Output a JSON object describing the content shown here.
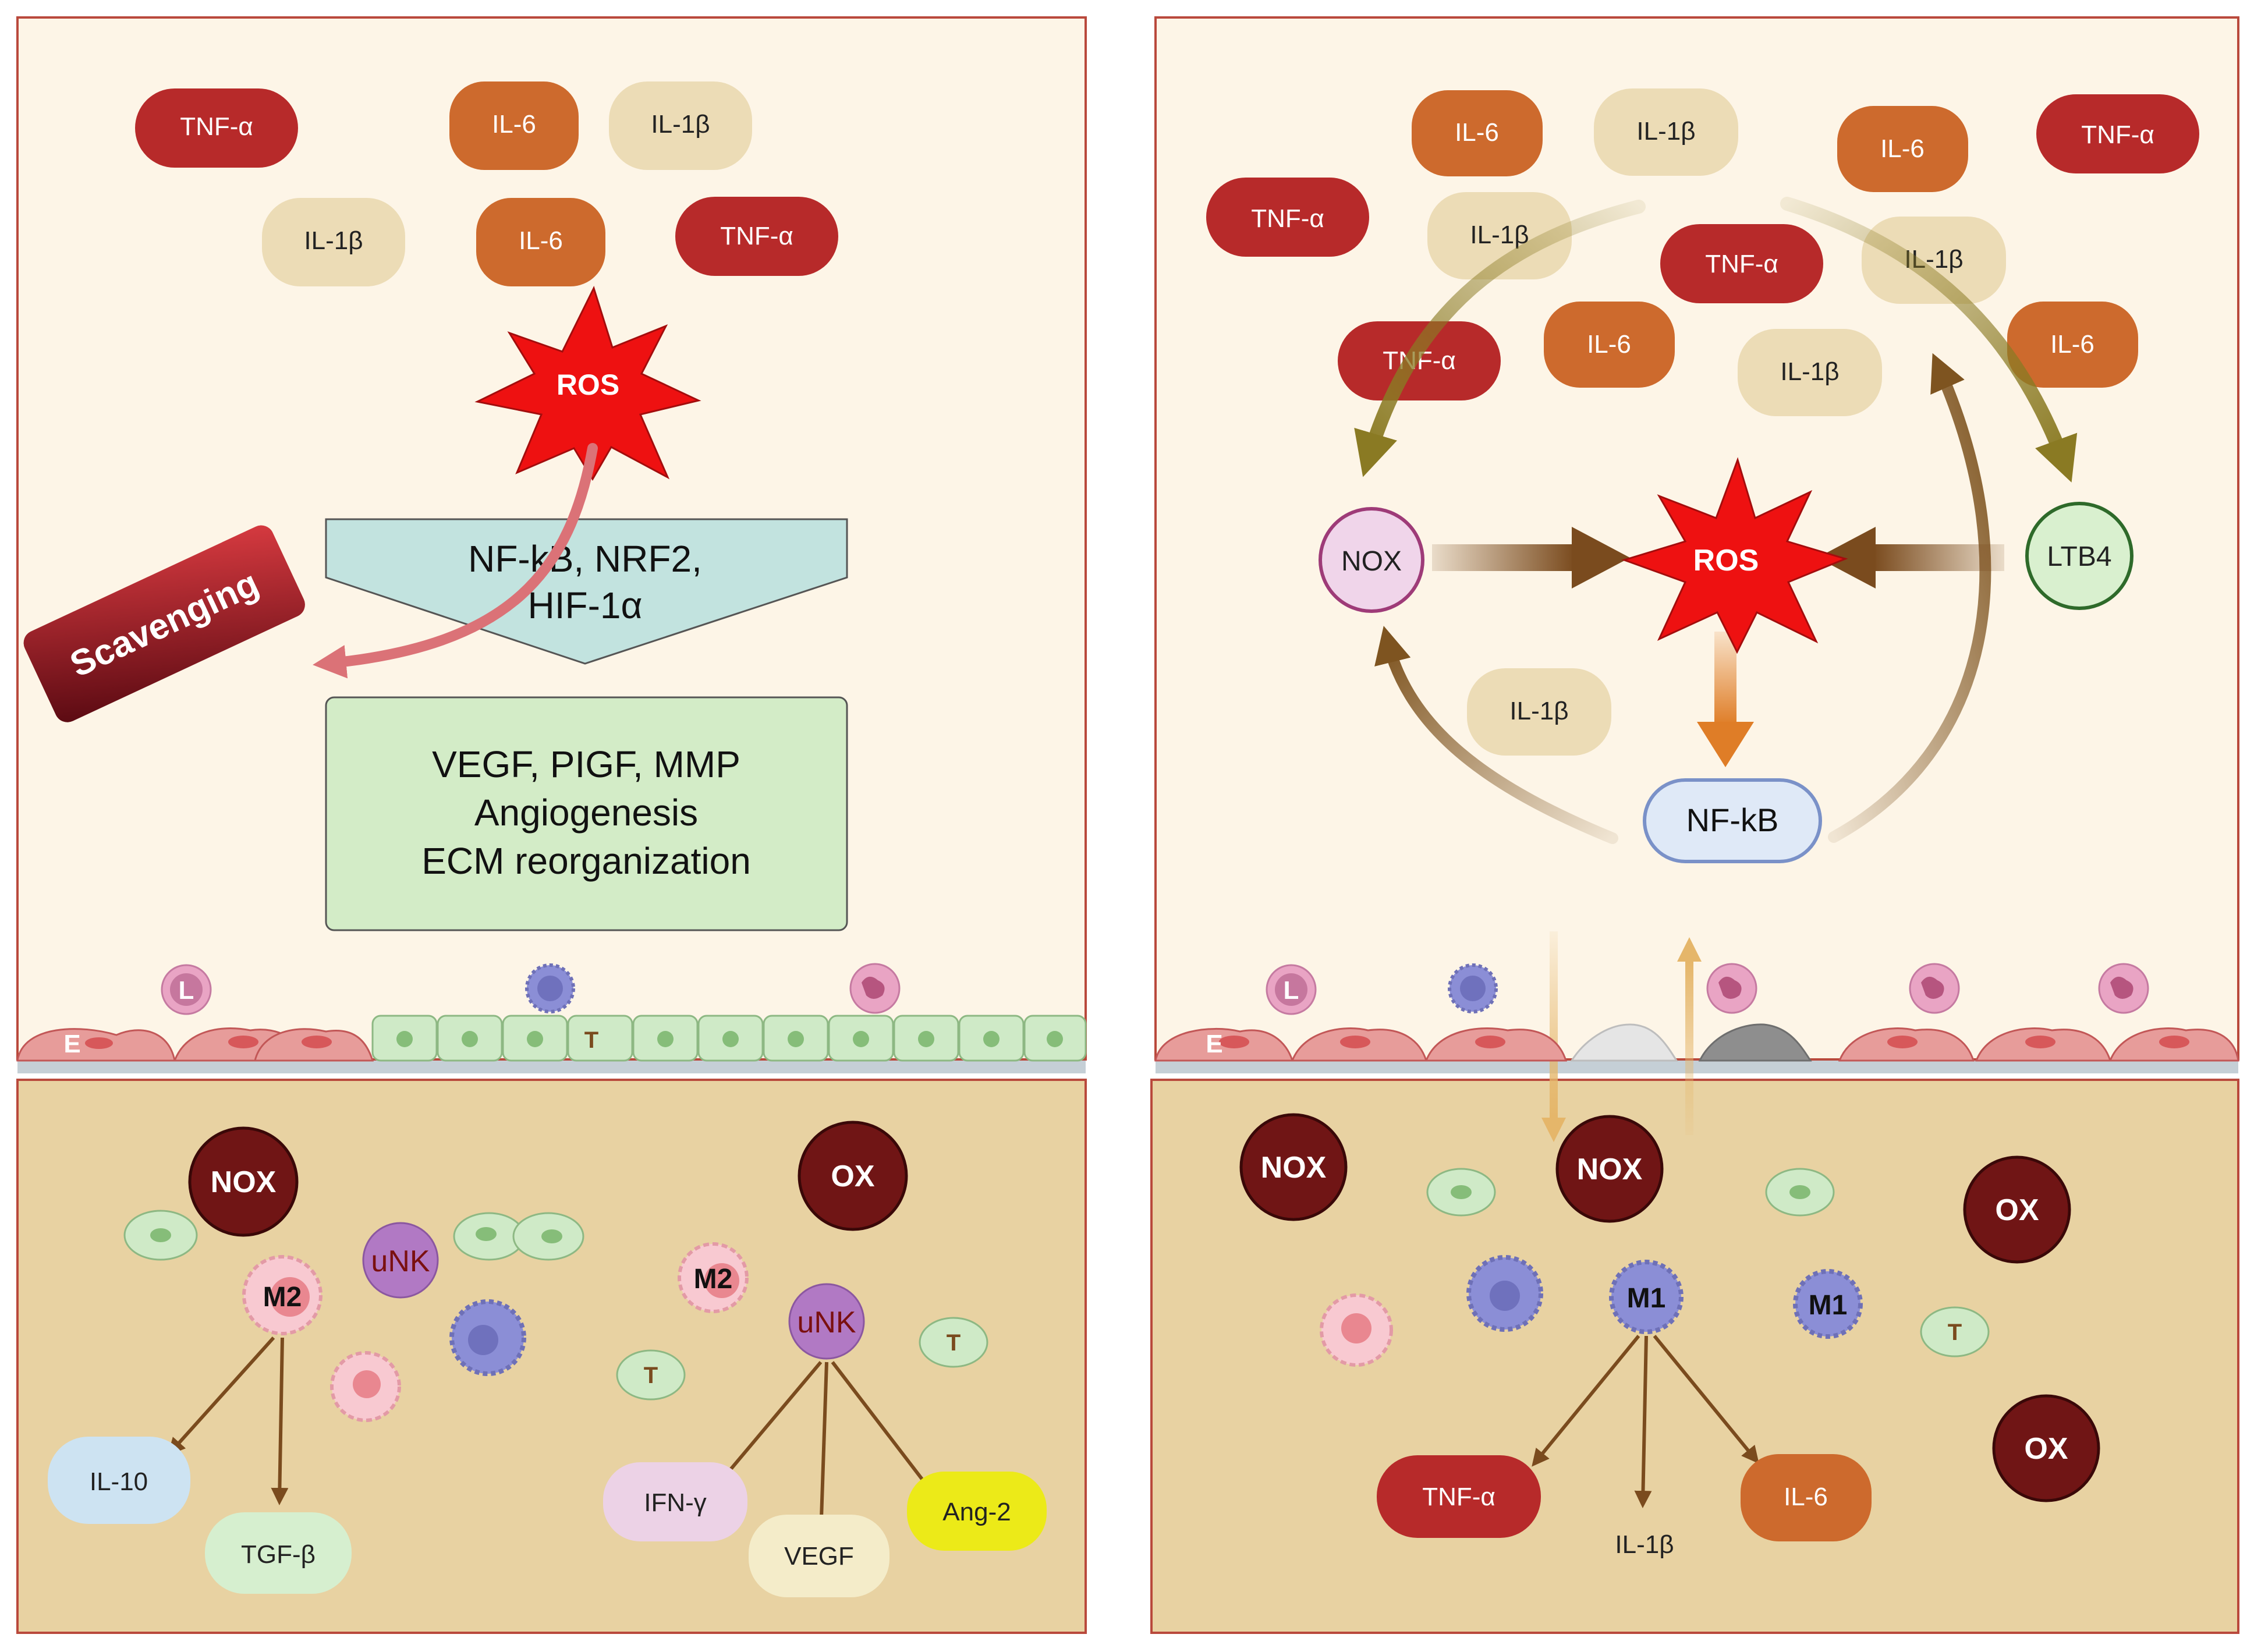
{
  "colors": {
    "lumen_bg": "#fdf5e7",
    "tissue_bg": "#e8d2a2",
    "panel_border": "#b9493c",
    "tnf": "#b72a2a",
    "il6": "#cd6a2d",
    "il1b": "#ecdcb6",
    "ros": "#ee1111",
    "nf_box": "#c2e3df",
    "vegf_box": "#d3ecc7",
    "scav": "#a4151d",
    "nox_dark": "#701515",
    "arrow_brown": "#7a4b1e",
    "arrow_olive": "#8a7a23",
    "arrow_orange": "#df7d27",
    "nox_pink": "#f0d5ea",
    "ltb4_green": "#d9f0cf",
    "nfkb_blue": "#dfe9f7",
    "il10_blue": "#cde3f2",
    "tgfb_green": "#d6efcf",
    "ifng_pink": "#ecd2e6",
    "vegf_cream": "#f4ecc9",
    "ang2_yellow": "#ecea18"
  },
  "left": {
    "cytokines": [
      "TNF-α",
      "IL-6",
      "IL-1β",
      "IL-1β",
      "IL-6",
      "TNF-α"
    ],
    "ros": "ROS",
    "scavenging": "Scavenging",
    "nf_box": [
      "NF-kB, NRF2,",
      "HIF-1α"
    ],
    "vegf_box": [
      "VEGF, PIGF, MMP",
      "Angiogenesis",
      "ECM reorganization"
    ],
    "cell_letters": {
      "L": "L",
      "E": "E",
      "T": "T"
    },
    "tissue": {
      "nox": "NOX",
      "ox": "OX",
      "m2": [
        "M2",
        "M2"
      ],
      "unk": [
        "uNK",
        "uNK"
      ],
      "t": [
        "T",
        "T"
      ],
      "outputs": [
        "IL-10",
        "TGF-β",
        "IFN-γ",
        "VEGF",
        "Ang-2"
      ]
    }
  },
  "right": {
    "cytokines": [
      "IL-6",
      "IL-1β",
      "IL-6",
      "TNF-α",
      "TNF-α",
      "IL-1β",
      "TNF-α",
      "IL-1β",
      "TNF-α",
      "IL-6",
      "IL-1β",
      "IL-6",
      "IL-1β"
    ],
    "nox": "NOX",
    "ros": "ROS",
    "ltb4": "LTB4",
    "nfkb": "NF-kB",
    "cell_letters": {
      "L": "L",
      "E": "E"
    },
    "tissue": {
      "nox": [
        "NOX",
        "NOX"
      ],
      "ox": [
        "OX",
        "OX"
      ],
      "m1": [
        "M1",
        "M1"
      ],
      "t": "T",
      "outputs": [
        "TNF-α",
        "IL-1β",
        "IL-6"
      ]
    }
  }
}
